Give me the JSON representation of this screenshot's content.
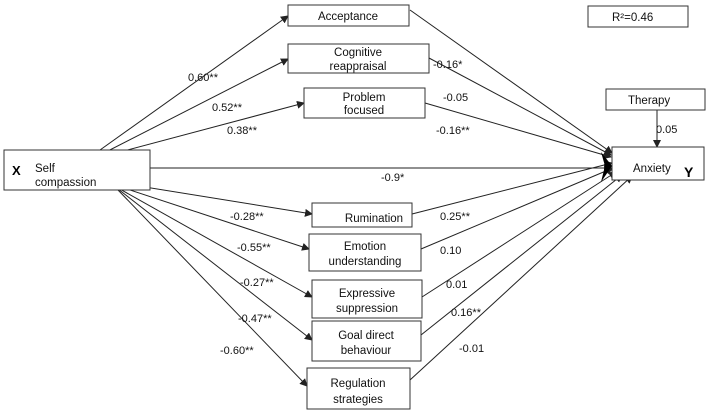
{
  "r_squared": "R²=0.46",
  "nodes": {
    "x": {
      "marker": "X",
      "line1": "Self",
      "line2": "compassion"
    },
    "y": {
      "label": "Anxiety",
      "marker": "Y"
    },
    "therapy": {
      "label": "Therapy"
    },
    "mediators": [
      {
        "id": "acceptance",
        "line1": "Acceptance",
        "line2": ""
      },
      {
        "id": "cognitive-reappraisal",
        "line1": "Cognitive",
        "line2": "reappraisal"
      },
      {
        "id": "problem-focused",
        "line1": "Problem",
        "line2": "focused"
      },
      {
        "id": "rumination",
        "line1": "Rumination",
        "line2": ""
      },
      {
        "id": "emotion-understanding",
        "line1": "Emotion",
        "line2": "understanding"
      },
      {
        "id": "expressive-suppression",
        "line1": "Expressive",
        "line2": "suppression"
      },
      {
        "id": "goal-direct-behaviour",
        "line1": "Goal direct",
        "line2": "behaviour"
      },
      {
        "id": "regulation-strategies",
        "line1": "Regulation",
        "line2": "strategies"
      }
    ]
  },
  "edges": {
    "x_to_mediators": [
      "0.60**",
      "0.52**",
      "0.38**",
      "-0.28**",
      "-0.55**",
      "-0.27**",
      "-0.47**",
      "-0.60**"
    ],
    "mediators_to_y": [
      "",
      "-0.16*",
      "-0.05",
      "0.25**",
      "0.10",
      "0.01",
      "0.16**",
      "-0.01"
    ],
    "extra_mediator_to_y_label": "-0.16**",
    "direct": "-0.9*",
    "therapy_to_y": "0.05"
  }
}
